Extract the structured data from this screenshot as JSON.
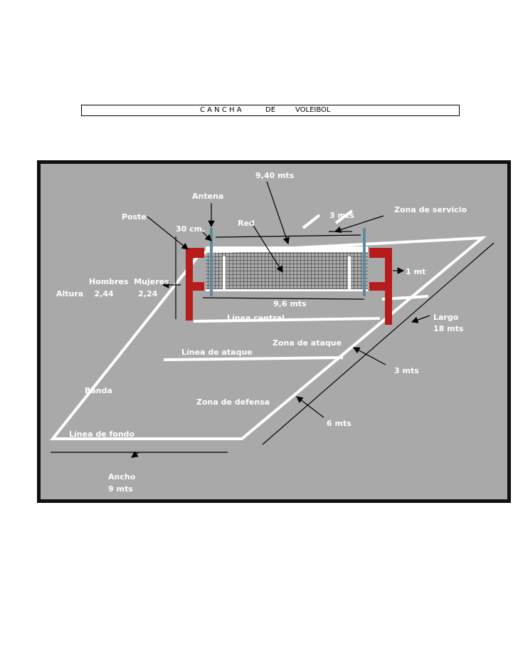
{
  "title": {
    "word1": "C A N C H A",
    "word2": "DE",
    "word3": "VOLEIBOL"
  },
  "diagram": {
    "background_color": "#a9a9a9",
    "line_color": "#ffffff",
    "post_color": "#b71c1c",
    "antenna_color": "#5f8a9c",
    "labels": {
      "width_net": "9,40 mts",
      "antena": "Antena",
      "zona_servicio": "Zona de servicio",
      "poste": "Poste",
      "tres_mts_top": "3 mts",
      "red": "Red",
      "treinta_cm": "30 cm.",
      "hombres_mujeres": "Hombres  Mujeres",
      "altura": "Altura    2,44         2,24",
      "uno_mt": "1 mt",
      "nueve_seis": "9,6 mts",
      "linea_central": "Línea central",
      "largo": "Largo",
      "dieciocho": "18 mts",
      "zona_ataque": "Zona de ataque",
      "linea_ataque": "Línea de ataque",
      "tres_mts": "3 mts",
      "banda": "Banda",
      "zona_defensa": "Zona de defensa",
      "seis_mts": "6 mts",
      "linea_fondo": "Línea de fondo",
      "ancho": "Ancho",
      "nueve_mts": "9 mts"
    }
  }
}
